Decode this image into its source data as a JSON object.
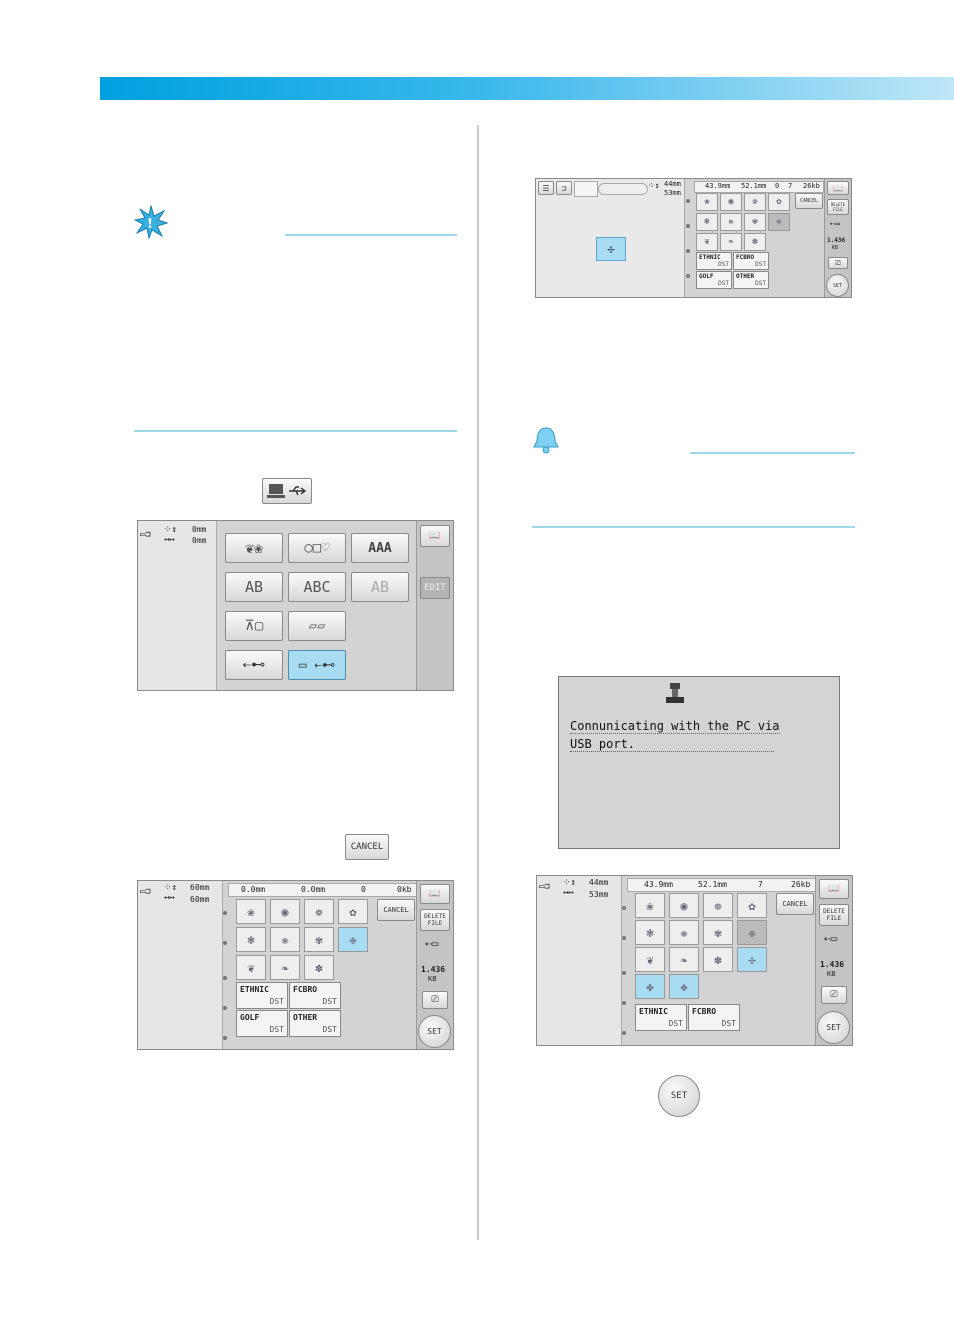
{
  "screen_select": {
    "size_w": "0mm",
    "size_h": "0mm",
    "edit_label": "EDIT"
  },
  "cancel_button_label": "CANCEL",
  "screen_list": {
    "stats": [
      "0.0mm",
      "0.0mm",
      "0",
      "0kb"
    ],
    "size_w": "60mm",
    "size_h": "60mm",
    "cancel_label": "CANCEL",
    "delete_label": "DELETE FILE",
    "capacity": "1.436",
    "capacity_unit": "KB",
    "set_label": "SET",
    "folders": [
      {
        "name": "ETHNIC",
        "ext": "DST"
      },
      {
        "name": "FCBRO",
        "ext": "DST"
      },
      {
        "name": "GOLF",
        "ext": "DST"
      },
      {
        "name": "OTHER",
        "ext": "DST"
      }
    ]
  },
  "screen_preview": {
    "size_w": "44mm",
    "size_h": "53mm",
    "stats": [
      "43.9mm",
      "52.1mm",
      "0",
      "7",
      "26kb"
    ],
    "cancel_label": "CANCEL",
    "delete_label": "DELETE FILE",
    "capacity": "1.436",
    "capacity_unit": "KB",
    "set_label": "SET",
    "folders": [
      {
        "name": "ETHNIC",
        "ext": "DST"
      },
      {
        "name": "FCBRO",
        "ext": "DST"
      },
      {
        "name": "GOLF",
        "ext": "DST"
      },
      {
        "name": "OTHER",
        "ext": "DST"
      }
    ]
  },
  "usb_message": {
    "line1": "Connunicating with the PC via",
    "line2": "USB port."
  },
  "screen_after": {
    "size_w": "44mm",
    "size_h": "53mm",
    "stats": [
      "43.9mm",
      "52.1mm",
      "7",
      "26kb"
    ],
    "cancel_label": "CANCEL",
    "delete_label": "DELETE FILE",
    "capacity": "1.436",
    "capacity_unit": "KB",
    "set_label": "SET",
    "folders": [
      {
        "name": "ETHNIC",
        "ext": "DST"
      },
      {
        "name": "FCBRO",
        "ext": "DST"
      }
    ]
  },
  "set_button_label": "SET"
}
